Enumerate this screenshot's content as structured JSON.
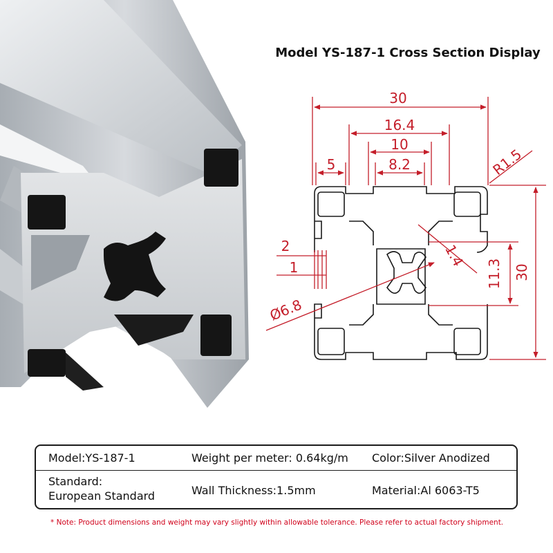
{
  "title": "Model YS-187-1 Cross Section Display",
  "dimensions": {
    "overall_width": "30",
    "slot_outer": "16.4",
    "slot_opening": "10",
    "slot_inner": "8.2",
    "lip_width": "5",
    "corner_radius": "R1.5",
    "wall_2": "2",
    "wall_1": "1",
    "diagonal": "1.4",
    "center_height": "11.3",
    "overall_height": "30",
    "center_hole": "Ø6.8"
  },
  "specs": {
    "model": "Model:YS-187-1",
    "weight": "Weight per meter: 0.64kg/m",
    "color": "Color:Silver Anodized",
    "standard_line1": "Standard:",
    "standard_line2": "European Standard",
    "wall_thickness": "Wall Thickness:1.5mm",
    "material": "Material:Al 6063-T5"
  },
  "note": "* Note: Product dimensions and weight may vary slightly within allowable tolerance. Please refer to actual factory shipment.",
  "colors": {
    "dimension": "#c41e2a",
    "profile_outline": "#1a1a1a",
    "aluminum": "#c9cdd1"
  }
}
